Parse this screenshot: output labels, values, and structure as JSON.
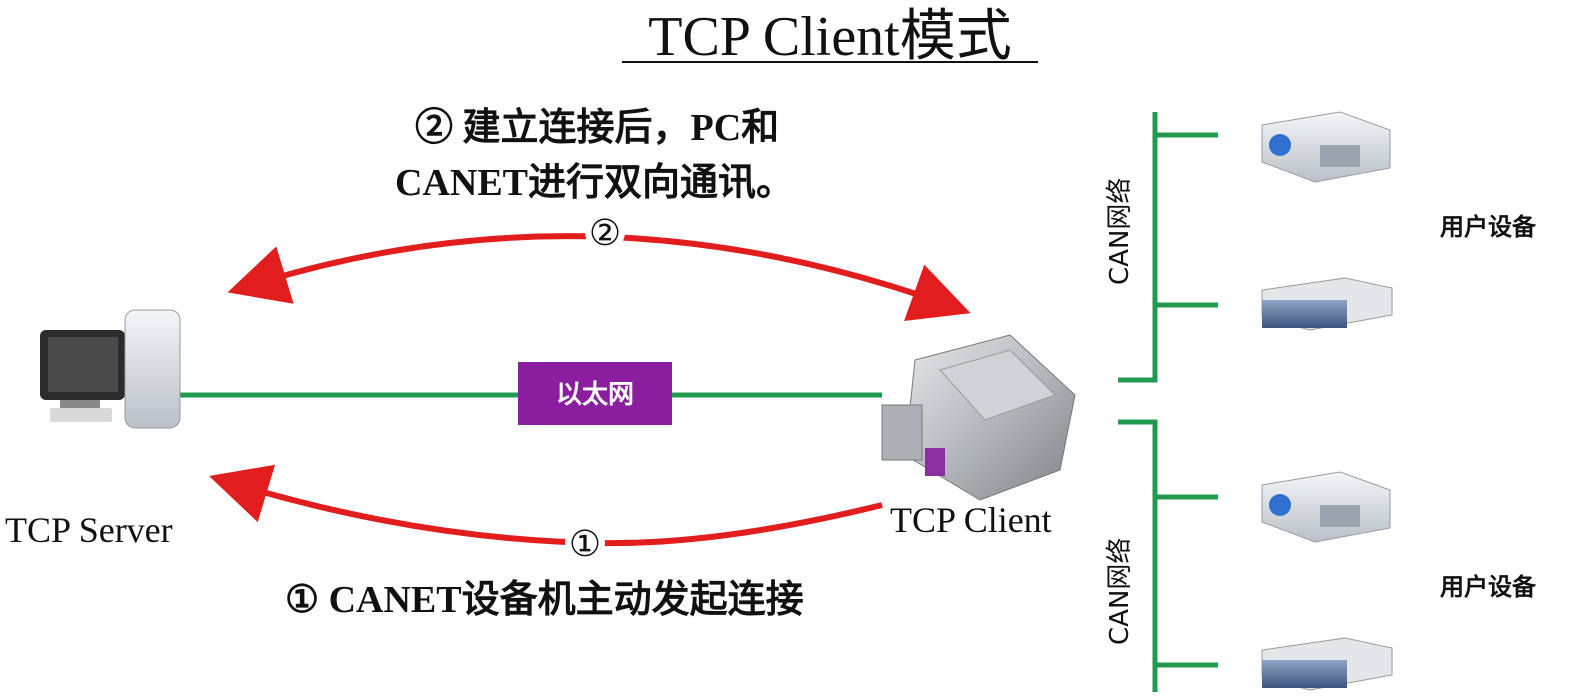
{
  "title": "TCP Client模式",
  "step2": {
    "line1": "② 建立连接后，PC和",
    "line2": "CANET进行双向通讯。",
    "marker": "②"
  },
  "step1": {
    "text": "① CANET设备机主动发起连接",
    "marker": "①"
  },
  "ethernet_label": "以太网",
  "server_label": "TCP Server",
  "client_label": "TCP Client",
  "can_networks": [
    {
      "label": "CAN网络",
      "devices_label": "用户设备"
    },
    {
      "label": "CAN网络",
      "devices_label": "用户设备"
    }
  ],
  "colors": {
    "link": "#1f9a4f",
    "arrow": "#e21d1d",
    "ethernet_box": "#8b1d9f"
  }
}
